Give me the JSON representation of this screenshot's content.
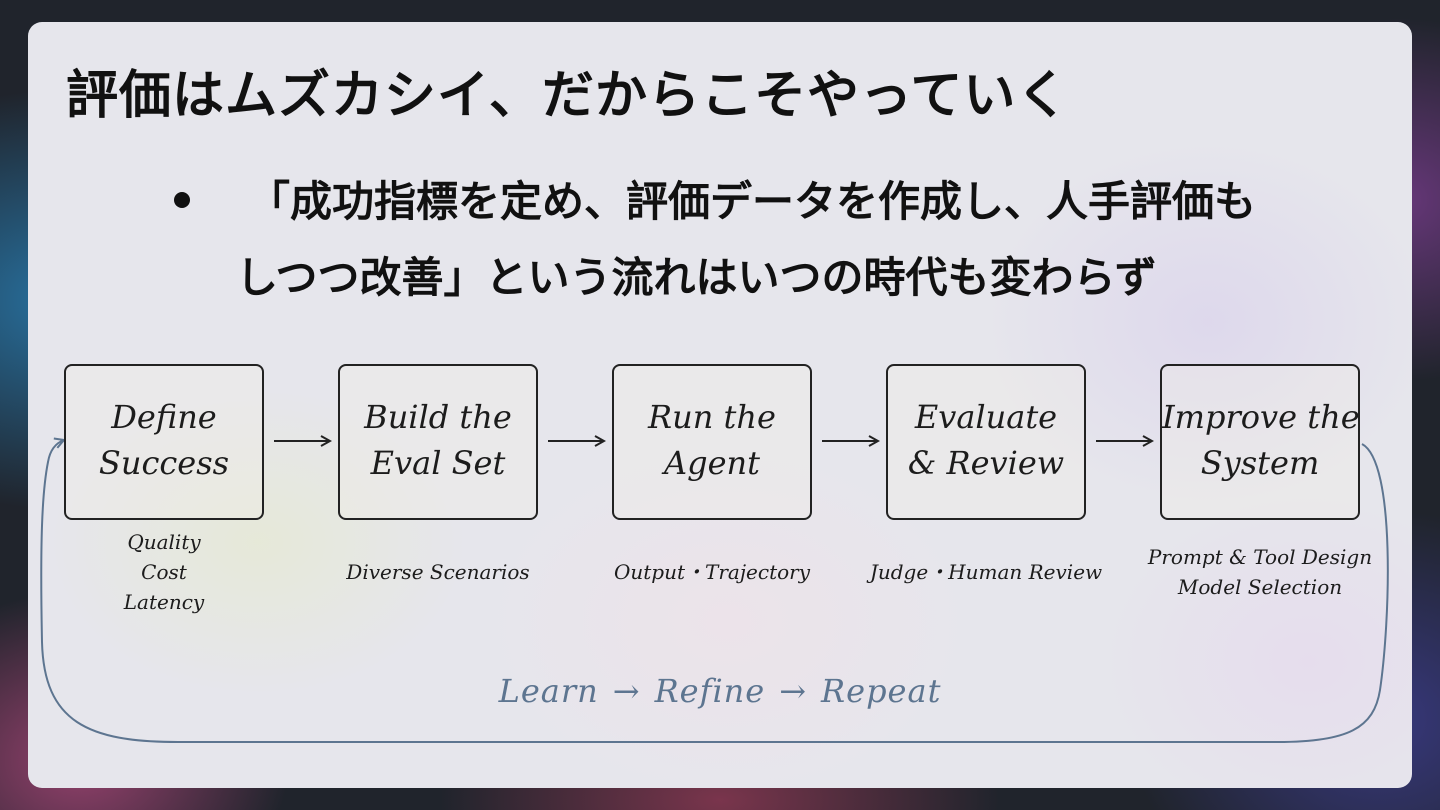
{
  "slide": {
    "title": "評価はムズカシイ、だからこそやっていく",
    "bullet_lines": [
      "「成功指標を定め、評価データを作成し、人手評価も",
      "しつつ改善」という流れはいつの時代も変わらず"
    ]
  },
  "diagram": {
    "steps": [
      {
        "title_lines": [
          "Define",
          "Success"
        ],
        "note_lines": [
          "Quality",
          "Cost",
          "Latency"
        ]
      },
      {
        "title_lines": [
          "Build the",
          "Eval Set"
        ],
        "note_lines": [
          "Diverse Scenarios"
        ]
      },
      {
        "title_lines": [
          "Run the",
          "Agent"
        ],
        "note_lines": [
          "Output・Trajectory"
        ]
      },
      {
        "title_lines": [
          "Evaluate",
          "& Review"
        ],
        "note_lines": [
          "Judge・Human Review"
        ]
      },
      {
        "title_lines": [
          "Improve the",
          "System"
        ],
        "note_lines": [
          "Prompt & Tool Design",
          "Model Selection"
        ]
      }
    ],
    "loop_label": {
      "parts": [
        "Learn",
        "Refine",
        "Repeat"
      ],
      "separator": "→"
    }
  },
  "colors": {
    "text": "#111111",
    "box_stroke": "#222222",
    "loop": "#5d7590"
  }
}
